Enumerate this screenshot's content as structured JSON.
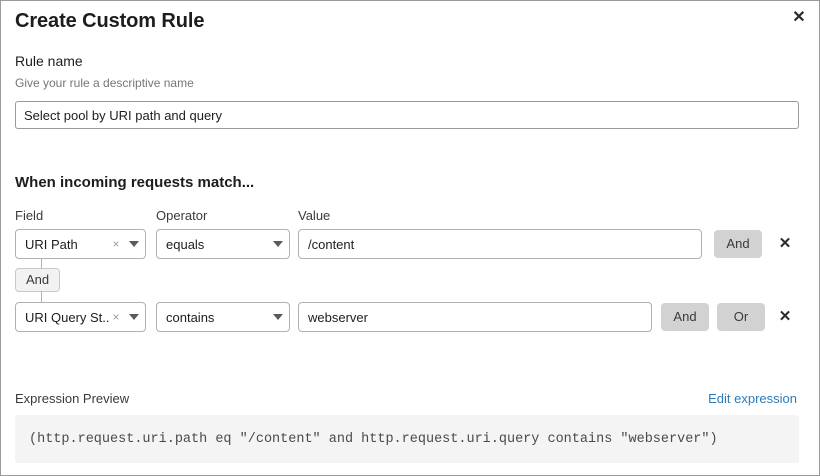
{
  "dialog": {
    "title": "Create Custom Rule",
    "close_label": "✕"
  },
  "rule_name": {
    "label": "Rule name",
    "help": "Give your rule a descriptive name",
    "value": "Select pool by URI path and query",
    "placeholder": "Select pool by URI path and query"
  },
  "match_section": {
    "heading": "When incoming requests match...",
    "columns": {
      "field": "Field",
      "operator": "Operator",
      "value": "Value"
    },
    "conditions": [
      {
        "field": "URI Path",
        "clear_label": "×",
        "operator": "equals",
        "value": "/content",
        "buttons": [
          "And"
        ],
        "remove_label": "✕"
      },
      {
        "field": "URI Query St...",
        "clear_label": "×",
        "operator": "contains",
        "value": "webserver",
        "buttons": [
          "And",
          "Or"
        ],
        "remove_label": "✕"
      }
    ],
    "connector": {
      "label": "And"
    }
  },
  "expression": {
    "label": "Expression Preview",
    "edit_link": "Edit expression",
    "code": "(http.request.uri.path eq \"/content\" and http.request.uri.query contains \"webserver\")"
  },
  "colors": {
    "accent_link": "#2d7cb8",
    "logic_button_bg": "#d2d2d2",
    "code_bg": "#f4f4f4"
  }
}
